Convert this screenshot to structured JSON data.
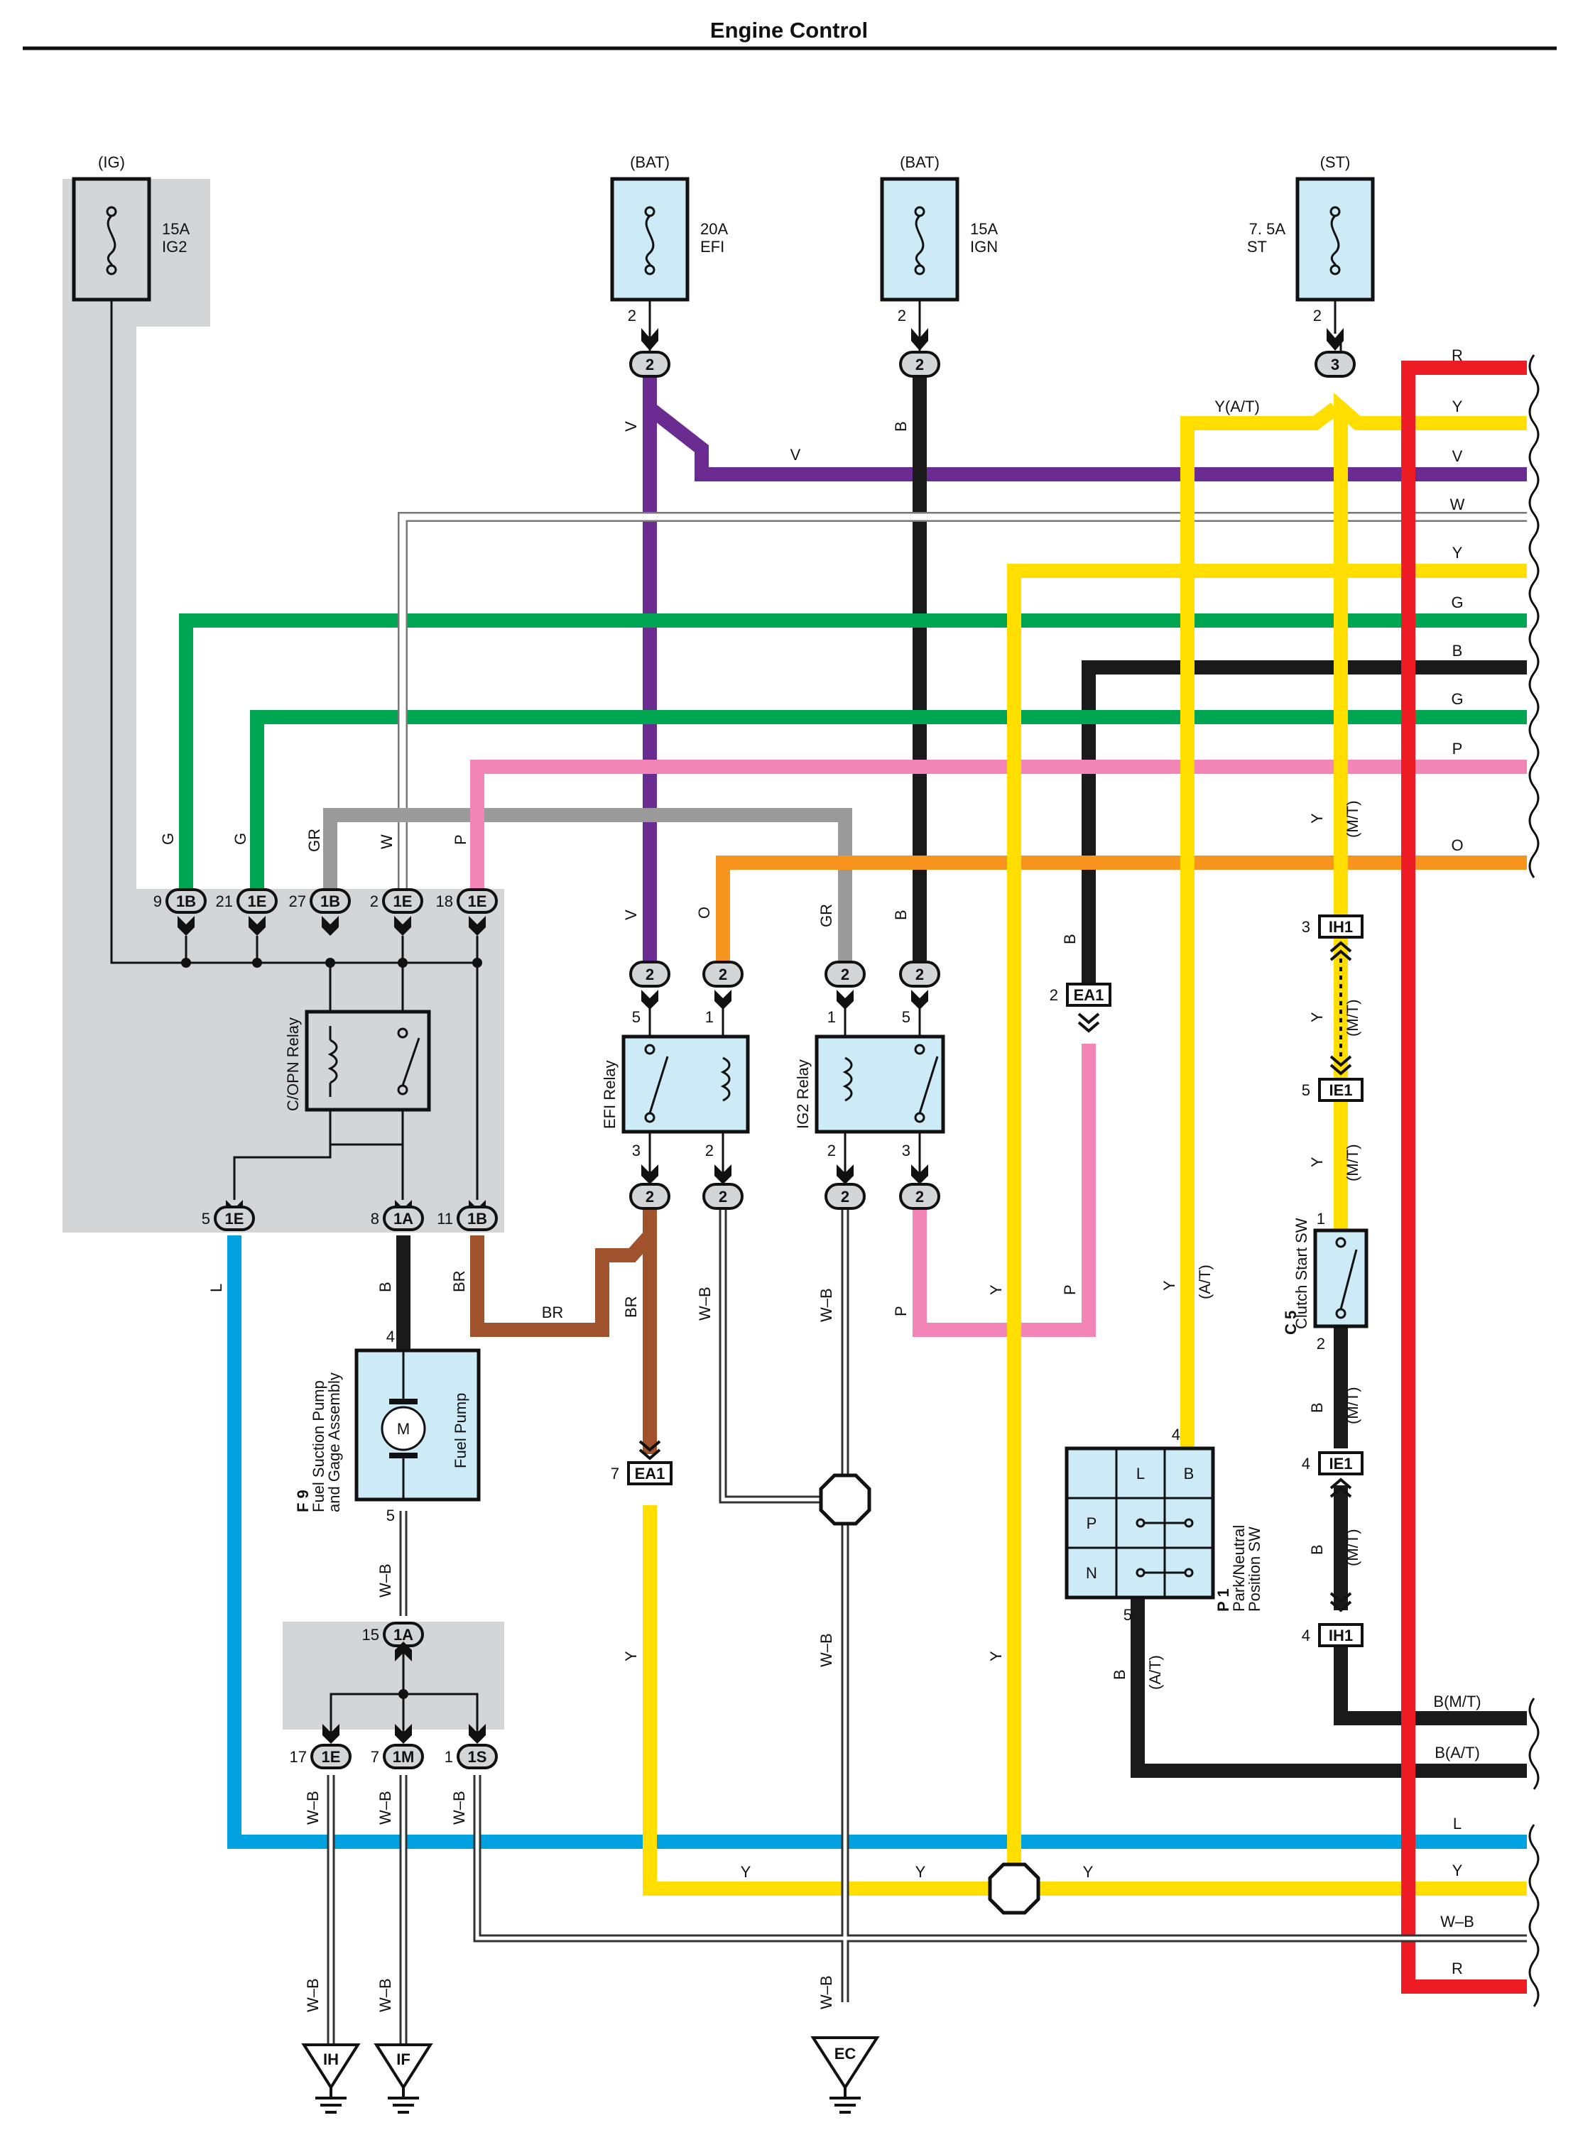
{
  "title": "Engine Control",
  "fuses": [
    {
      "source": "(IG)",
      "rating": "15A",
      "name": "IG2"
    },
    {
      "source": "(BAT)",
      "rating": "20A",
      "name": "EFI"
    },
    {
      "source": "(BAT)",
      "rating": "15A",
      "name": "IGN"
    },
    {
      "source": "(ST)",
      "rating": "7. 5A",
      "name": "ST"
    }
  ],
  "top_connectors": [
    {
      "pin": "9",
      "id": "1B",
      "wire": "G"
    },
    {
      "pin": "21",
      "id": "1E",
      "wire": "G"
    },
    {
      "pin": "27",
      "id": "1B",
      "wire": "GR"
    },
    {
      "pin": "2",
      "id": "1E",
      "wire": "W"
    },
    {
      "pin": "18",
      "id": "1E",
      "wire": "P"
    }
  ],
  "bottom_connectors": [
    {
      "pin": "5",
      "id": "1E"
    },
    {
      "pin": "8",
      "id": "1A"
    },
    {
      "pin": "11",
      "id": "1B"
    }
  ],
  "relays": {
    "copn": "C/OPN Relay",
    "efi": "EFI Relay",
    "ig2": "IG2 Relay"
  },
  "right_wires": [
    "R",
    "Y",
    "V",
    "W",
    "Y",
    "G",
    "B",
    "G",
    "P",
    "O",
    "B(M/T)",
    "B(A/T)",
    "L",
    "Y",
    "W–B",
    "R"
  ],
  "wire_labels": {
    "V": "V",
    "B": "B",
    "Y": "Y",
    "YAT": "Y(A/T)",
    "O": "O",
    "GR": "GR",
    "BR": "BR",
    "WB": "W–B",
    "P": "P",
    "L": "L",
    "G": "G",
    "W": "W",
    "MT": "(M/T)",
    "AT": "(A/T)"
  },
  "pins": {
    "p2": "2",
    "p3": "3",
    "p4": "4",
    "p5": "5",
    "p1": "1",
    "p7": "7",
    "p15": "15",
    "p17": "17"
  },
  "junction_ids": {
    "j2": "2",
    "j3": "3",
    "ea1": "EA1",
    "ih1": "IH1",
    "ie1": "IE1",
    "j1a": "1A",
    "j1e": "1E",
    "j1m": "1M",
    "j1s": "1S"
  },
  "fuel_pump": {
    "code": "F 9",
    "desc1": "Fuel Suction Pump",
    "desc2": "and Gage Assembly",
    "label": "Fuel Pump",
    "motor": "M"
  },
  "clutch_sw": {
    "code": "C 5",
    "label": "Clutch Start SW"
  },
  "pnp_sw": {
    "code": "P 1",
    "label1": "Park/Neutral",
    "label2": "Position SW",
    "cells": [
      "L",
      "B",
      "P",
      "N"
    ]
  },
  "grounds": [
    "IH",
    "IF",
    "EC"
  ],
  "colors": {
    "violet": "#6a2c91",
    "yellow": "#ffde00",
    "green": "#00a651",
    "pink": "#f285b5",
    "orange": "#f7941d",
    "grey": "#9a9a9a",
    "brown": "#a0522d",
    "blue": "#00a3e0",
    "red": "#ed1c24",
    "black": "#1a1a1a",
    "panel": "#d4d5d7",
    "fuse": "#cdeaf7"
  }
}
